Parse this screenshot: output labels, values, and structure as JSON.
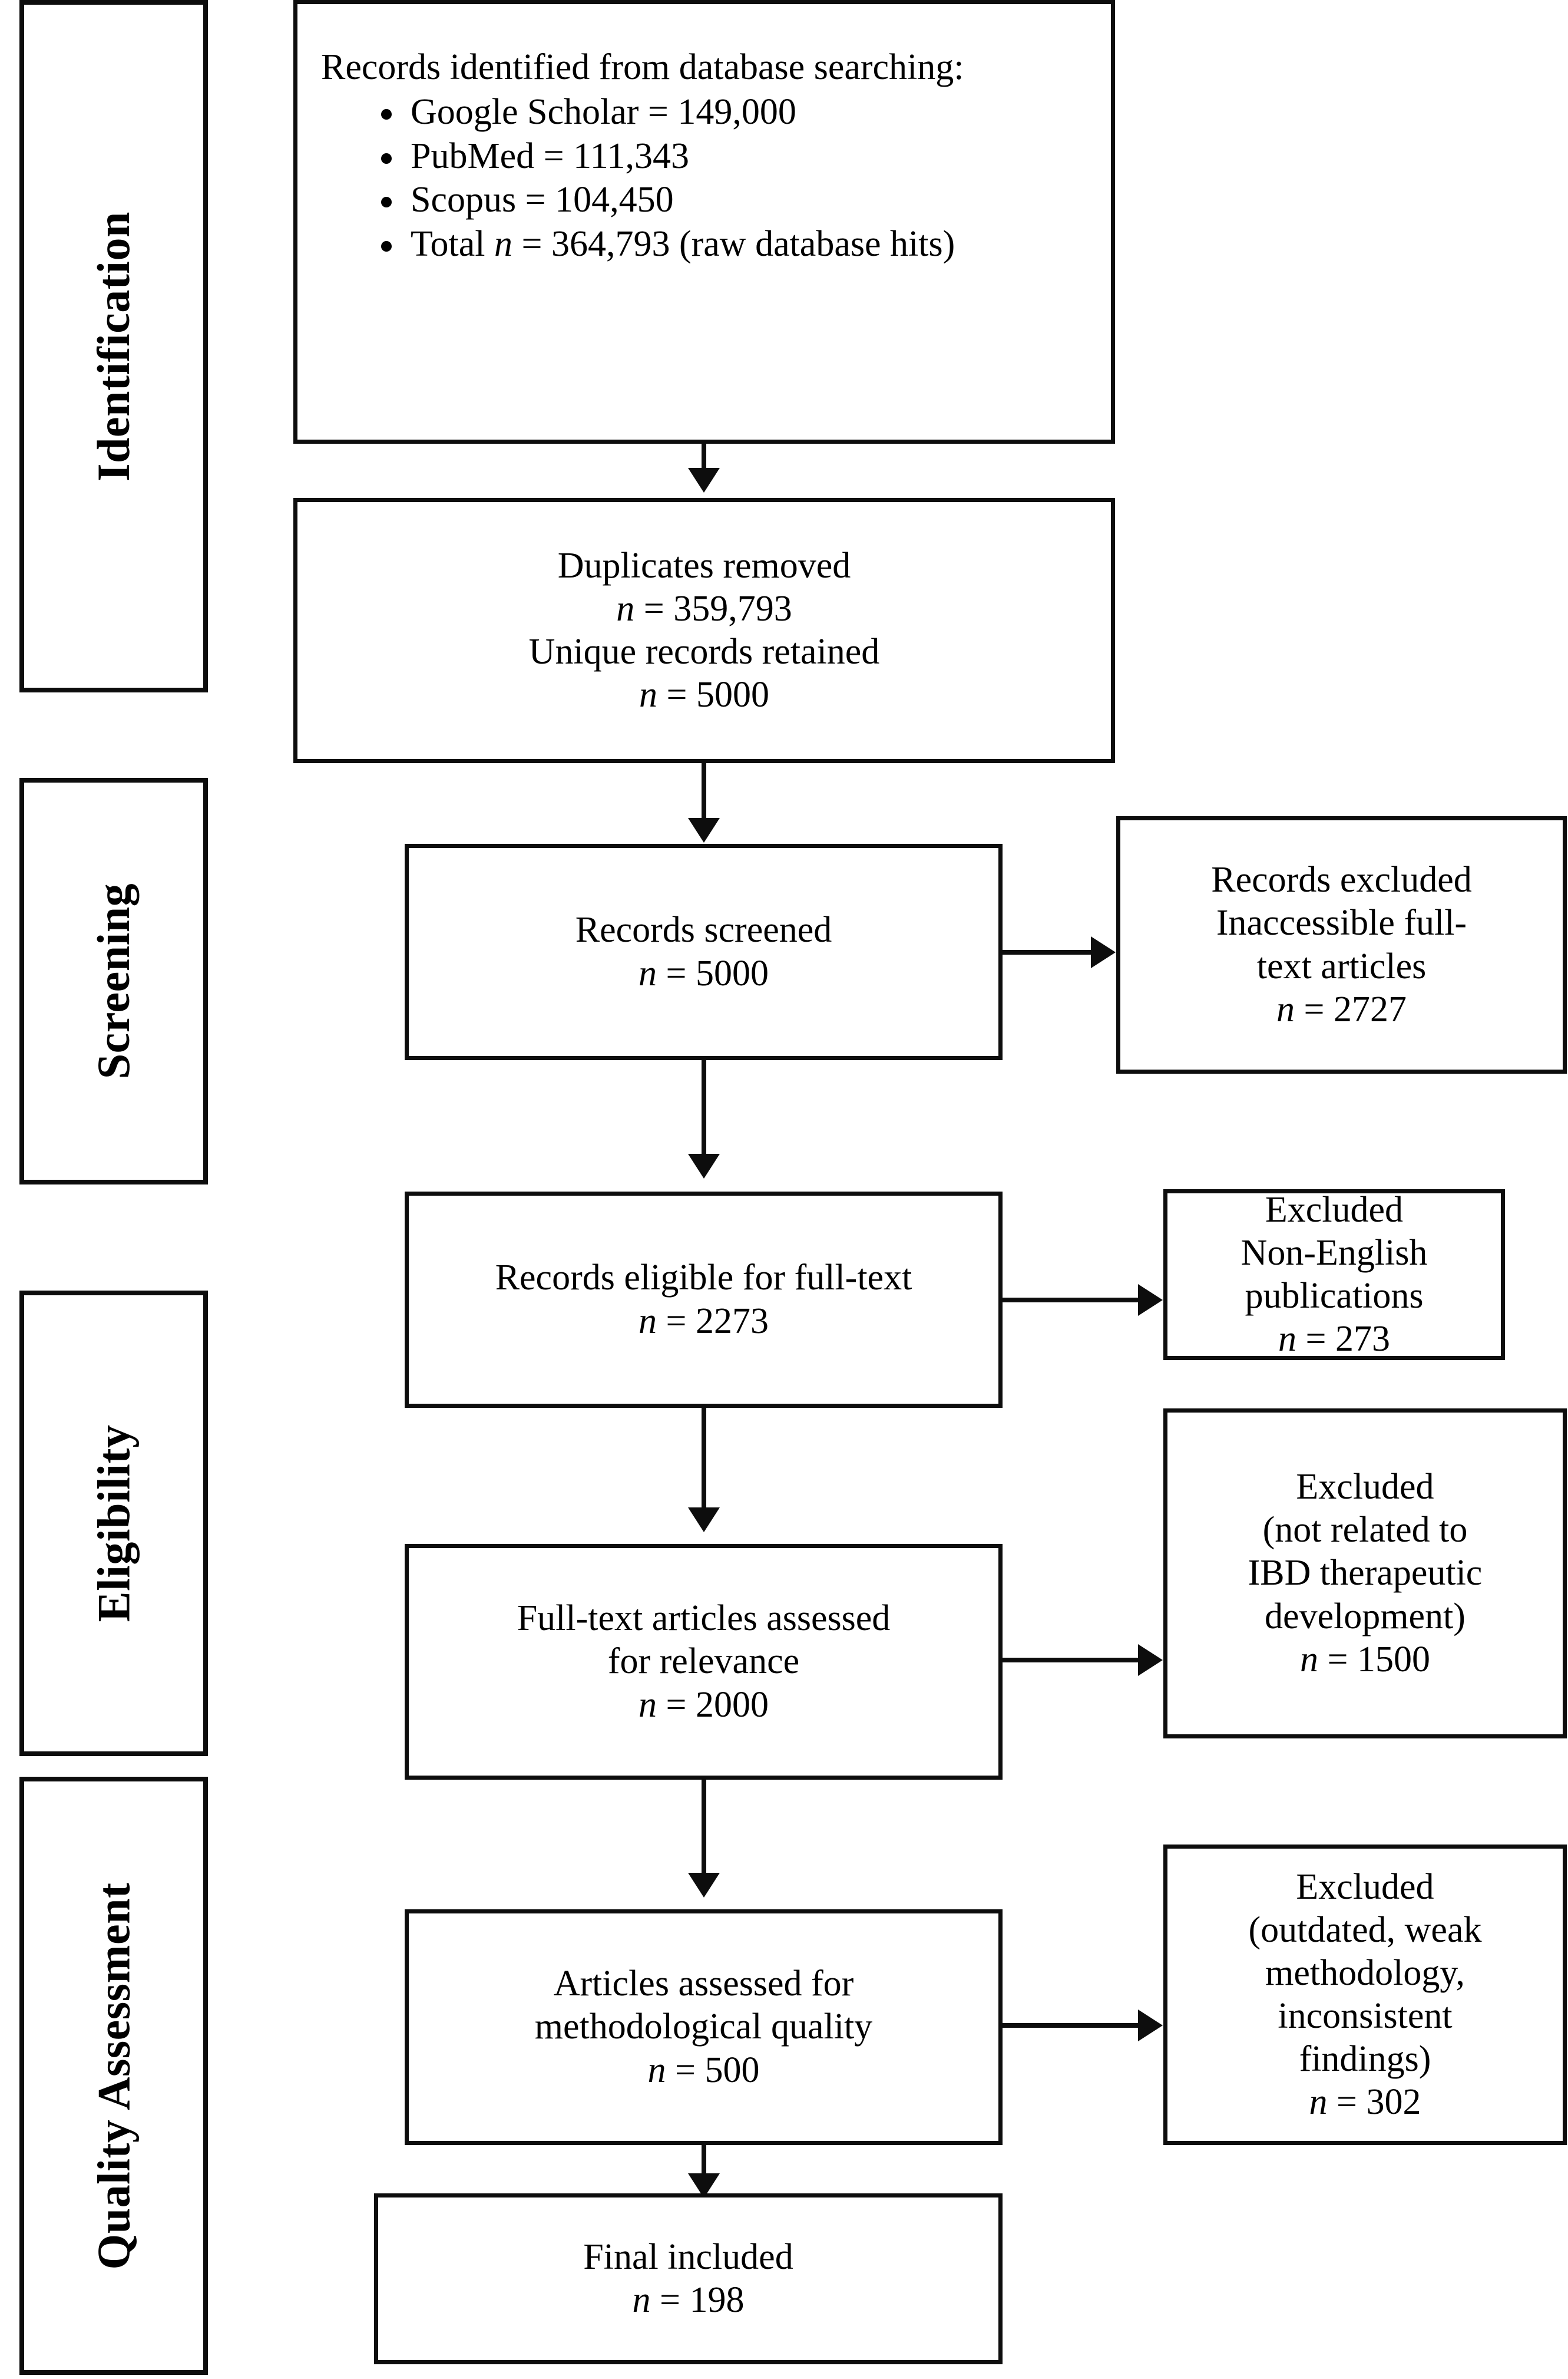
{
  "diagram": {
    "type": "prisma-flow-diagram",
    "stages": [
      {
        "id": "identification",
        "label": "Identification"
      },
      {
        "id": "screening",
        "label": "Screening"
      },
      {
        "id": "eligibility",
        "label": "Eligibility"
      },
      {
        "id": "quality_assessment",
        "label": "Quality Assessment"
      }
    ],
    "nodes": {
      "identified": {
        "title": "Records identified from database searching:",
        "bullets": [
          "Google Scholar = 149,000",
          "PubMed = 111,343",
          "Scopus = 104,450",
          "Total n = 364,793 (raw database hits)"
        ],
        "bullet_parts": [
          {
            "pre": "Google Scholar = ",
            "ital": "",
            "post": "149,000"
          },
          {
            "pre": "PubMed = ",
            "ital": "",
            "post": "111,343"
          },
          {
            "pre": "Scopus = ",
            "ital": "",
            "post": "104,450"
          },
          {
            "pre": "Total ",
            "ital": "n",
            "post": " = 364,793 (raw database hits)"
          }
        ]
      },
      "duplicates": {
        "line1": "Duplicates removed",
        "line2_ital": "n",
        "line2_rest": " = 359,793",
        "line3": "Unique records retained",
        "line4_ital": "n",
        "line4_rest": " = 5000"
      },
      "screened": {
        "line1": "Records screened",
        "n_ital": "n",
        "n_rest": " = 5000"
      },
      "excluded_inaccessible": {
        "line1": "Records excluded",
        "line2": "Inaccessible full-",
        "line3": "text articles",
        "n_ital": "n",
        "n_rest": " = 2727"
      },
      "eligible_fulltext": {
        "line1": "Records eligible for full-text",
        "n_ital": "n",
        "n_rest": " = 2273"
      },
      "excluded_non_english": {
        "line1": "Excluded",
        "line2": "Non-English",
        "line3": "publications",
        "n_ital": "n",
        "n_rest": " = 273"
      },
      "assessed_relevance": {
        "line1": "Full-text articles assessed",
        "line2": "for relevance",
        "n_ital": "n",
        "n_rest": " = 2000"
      },
      "excluded_ibd": {
        "line1": "Excluded",
        "line2": "(not related to",
        "line3": "IBD therapeutic",
        "line4": "development)",
        "n_ital": "n",
        "n_rest": " = 1500"
      },
      "assessed_quality": {
        "line1": "Articles assessed for",
        "line2": "methodological quality",
        "n_ital": "n",
        "n_rest": " = 500"
      },
      "excluded_quality": {
        "line1": "Excluded",
        "line2": "(outdated, weak",
        "line3": "methodology,",
        "line4": "inconsistent",
        "line5": "findings)",
        "n_ital": "n",
        "n_rest": " = 302"
      },
      "final_included": {
        "line1": "Final included",
        "n_ital": "n",
        "n_rest": " = 198"
      }
    },
    "colors": {
      "stroke": "#0d0d0d",
      "fill": "#ffffff",
      "text": "#000000"
    }
  }
}
